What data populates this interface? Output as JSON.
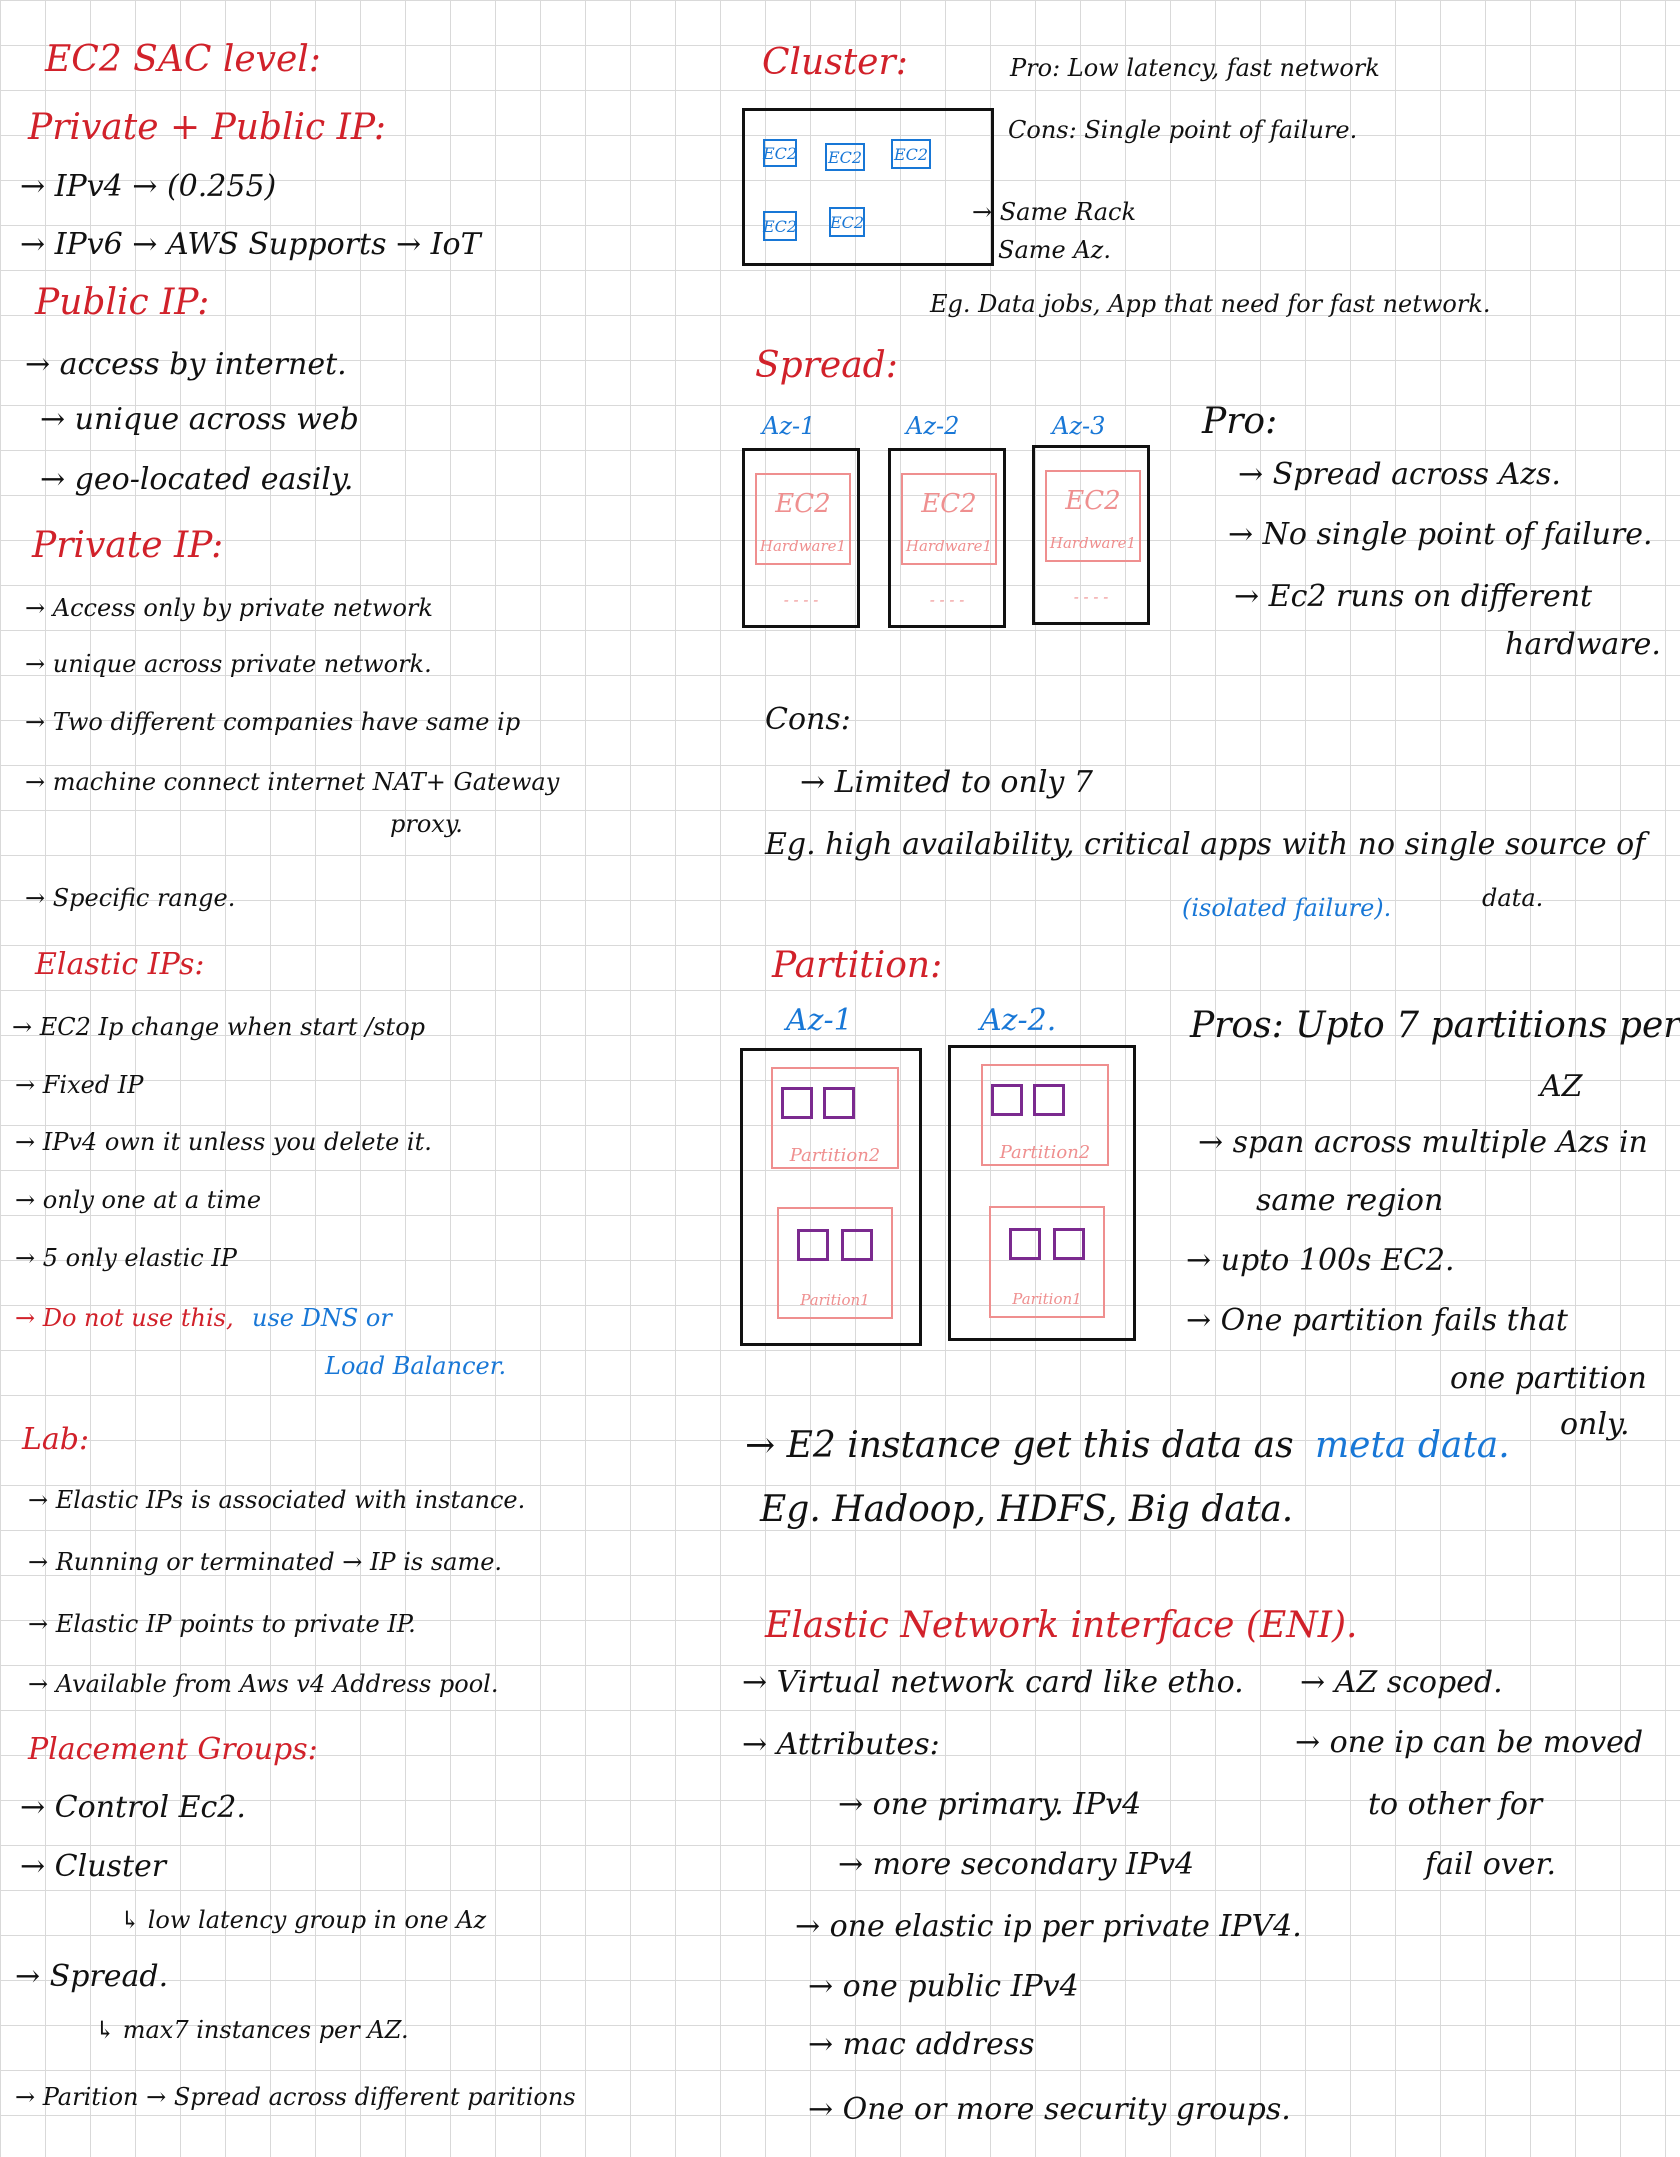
{
  "left": {
    "title": "EC2  SAC level:",
    "private_public_heading": "Private + Public IP:",
    "ip_lines": [
      "→ IPv4 → (0.255)",
      "→ IPv6 → AWS Supports → IoT"
    ],
    "public_heading": "Public IP:",
    "public_lines": [
      "→ access by internet.",
      "→ unique across web",
      "→ geo-located easily."
    ],
    "private_heading": "Private IP:",
    "private_lines": [
      "→ Access only by private network",
      "→ unique across private network.",
      "→ Two different companies have same ip",
      "→ machine connect internet NAT+ Gateway",
      "proxy.",
      "→ Specific range."
    ],
    "elastic_heading": "Elastic IPs:",
    "elastic_lines": [
      "→ EC2 Ip change when start /stop",
      "→ Fixed IP",
      "→ IPv4 own it unless you delete it.",
      "→ only one at a time",
      "→ 5 only elastic IP"
    ],
    "elastic_warn_red": "→ Do not use this,",
    "elastic_warn_blue1": "use DNS or",
    "elastic_warn_blue2": "Load Balancer.",
    "lab_heading": "Lab:",
    "lab_lines": [
      "→ Elastic IPs is associated with instance.",
      "→ Running or terminated → IP is same.",
      "→ Elastic IP points to private IP.",
      "→ Available from Aws v4 Address pool."
    ],
    "placement_heading": "Placement Groups:",
    "placement_lines": [
      "→ Control Ec2.",
      "→ Cluster",
      "↳ low latency group in one Az",
      "→ Spread.",
      "↳ max7 instances per AZ.",
      "→ Parition → Spread across different paritions"
    ]
  },
  "right": {
    "cluster_heading": "Cluster:",
    "cluster_pro": "Pro: Low latency, fast network",
    "cluster_cons": "Cons: Single point of failure.",
    "cluster_boxes": [
      "EC2",
      "EC2",
      "EC2",
      "EC2",
      "EC2"
    ],
    "cluster_note1": "→ Same Rack",
    "cluster_note2": "Same Az.",
    "cluster_eg": "Eg. Data jobs, App that need for fast network.",
    "spread_heading": "Spread:",
    "spread_az": [
      "Az-1",
      "Az-2",
      "Az-3"
    ],
    "spread_ec2": "EC2",
    "spread_hw": "Hardware1",
    "spread_dots": "- - - -",
    "spread_pro_heading": "Pro:",
    "spread_pro_lines": [
      "→ Spread across Azs.",
      "→ No single point of failure.",
      "→ Ec2 runs on different",
      "hardware."
    ],
    "cons_heading": "Cons:",
    "cons_line": "→ Limited to only 7",
    "spread_eg1": "Eg. high availability, critical apps with no single source of",
    "spread_eg_blue": "(isolated failure).",
    "spread_eg2": "data.",
    "partition_heading": "Partition:",
    "partition_az": [
      "Az-1",
      "Az-2."
    ],
    "partition2": "Partition2",
    "partition1": "Parition1",
    "partition_pros1": "Pros: Upto 7 partitions per",
    "partition_pros2": "AZ",
    "partition_lines": [
      "→ span across multiple Azs in",
      "same region",
      "→ upto 100s EC2.",
      "→ One partition fails that",
      "one partition",
      "only."
    ],
    "metadata_pre": "→ E2 instance get this data as",
    "metadata_blue": "meta data.",
    "partition_eg": "Eg. Hadoop, HDFS, Big data.",
    "eni_heading": "Elastic Network interface (ENI).",
    "eni_lines": [
      "→ Virtual network card like etho.",
      "→ Attributes:",
      "→ one primary. IPv4",
      "→ more secondary IPv4",
      "→ one elastic ip per private IPV4.",
      "→ one public IPv4",
      "→ mac address",
      "→ One or more security groups."
    ],
    "eni_side": [
      "→ AZ scoped.",
      "→ one ip can be moved",
      "to other for",
      "fail over."
    ]
  },
  "colors": {
    "red": "#d1212a",
    "blue": "#1877d6",
    "pink": "#ef8f8f",
    "purple": "#7b2a8f"
  }
}
